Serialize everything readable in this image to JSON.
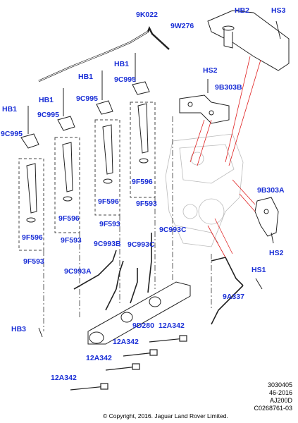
{
  "callouts": {
    "9K022": "9K022",
    "HB2_top": "HB2",
    "HS3": "HS3",
    "9W276": "9W276",
    "HB1_a": "HB1",
    "HB1_b": "HB1",
    "HB1_c": "HB1",
    "HB1_d": "HB1",
    "9C995_a": "9C995",
    "9C995_b": "9C995",
    "9C995_c": "9C995",
    "9C995_d": "9C995",
    "HS2_top": "HS2",
    "9B303B": "9B303B",
    "9B303A": "9B303A",
    "HS2_bottom": "HS2",
    "HS1": "HS1",
    "9F596_a": "9F596",
    "9F596_b": "9F596",
    "9F596_c": "9F596",
    "9F596_d": "9F596",
    "9F593_a": "9F593",
    "9F593_b": "9F593",
    "9F593_c": "9F593",
    "9F593_d": "9F593",
    "9C993C_a": "9C993C",
    "9C993B": "9C993B",
    "9C993C_b": "9C993C",
    "9C993A": "9C993A",
    "9A337": "9A337",
    "HB3": "HB3",
    "9D280": "9D280",
    "12A342_a": "12A342",
    "12A342_b": "12A342",
    "12A342_c": "12A342",
    "12A342_d": "12A342"
  },
  "reference": {
    "line1": "3030405",
    "line2": "46-2016",
    "line3": "AJ200D",
    "line4": "C0268761-03"
  },
  "copyright": "© Copyright, 2016. Jaguar Land Rover Limited.",
  "colors": {
    "callout": "#1a2fd6",
    "line": "#000000",
    "leader_red": "#e02020"
  }
}
